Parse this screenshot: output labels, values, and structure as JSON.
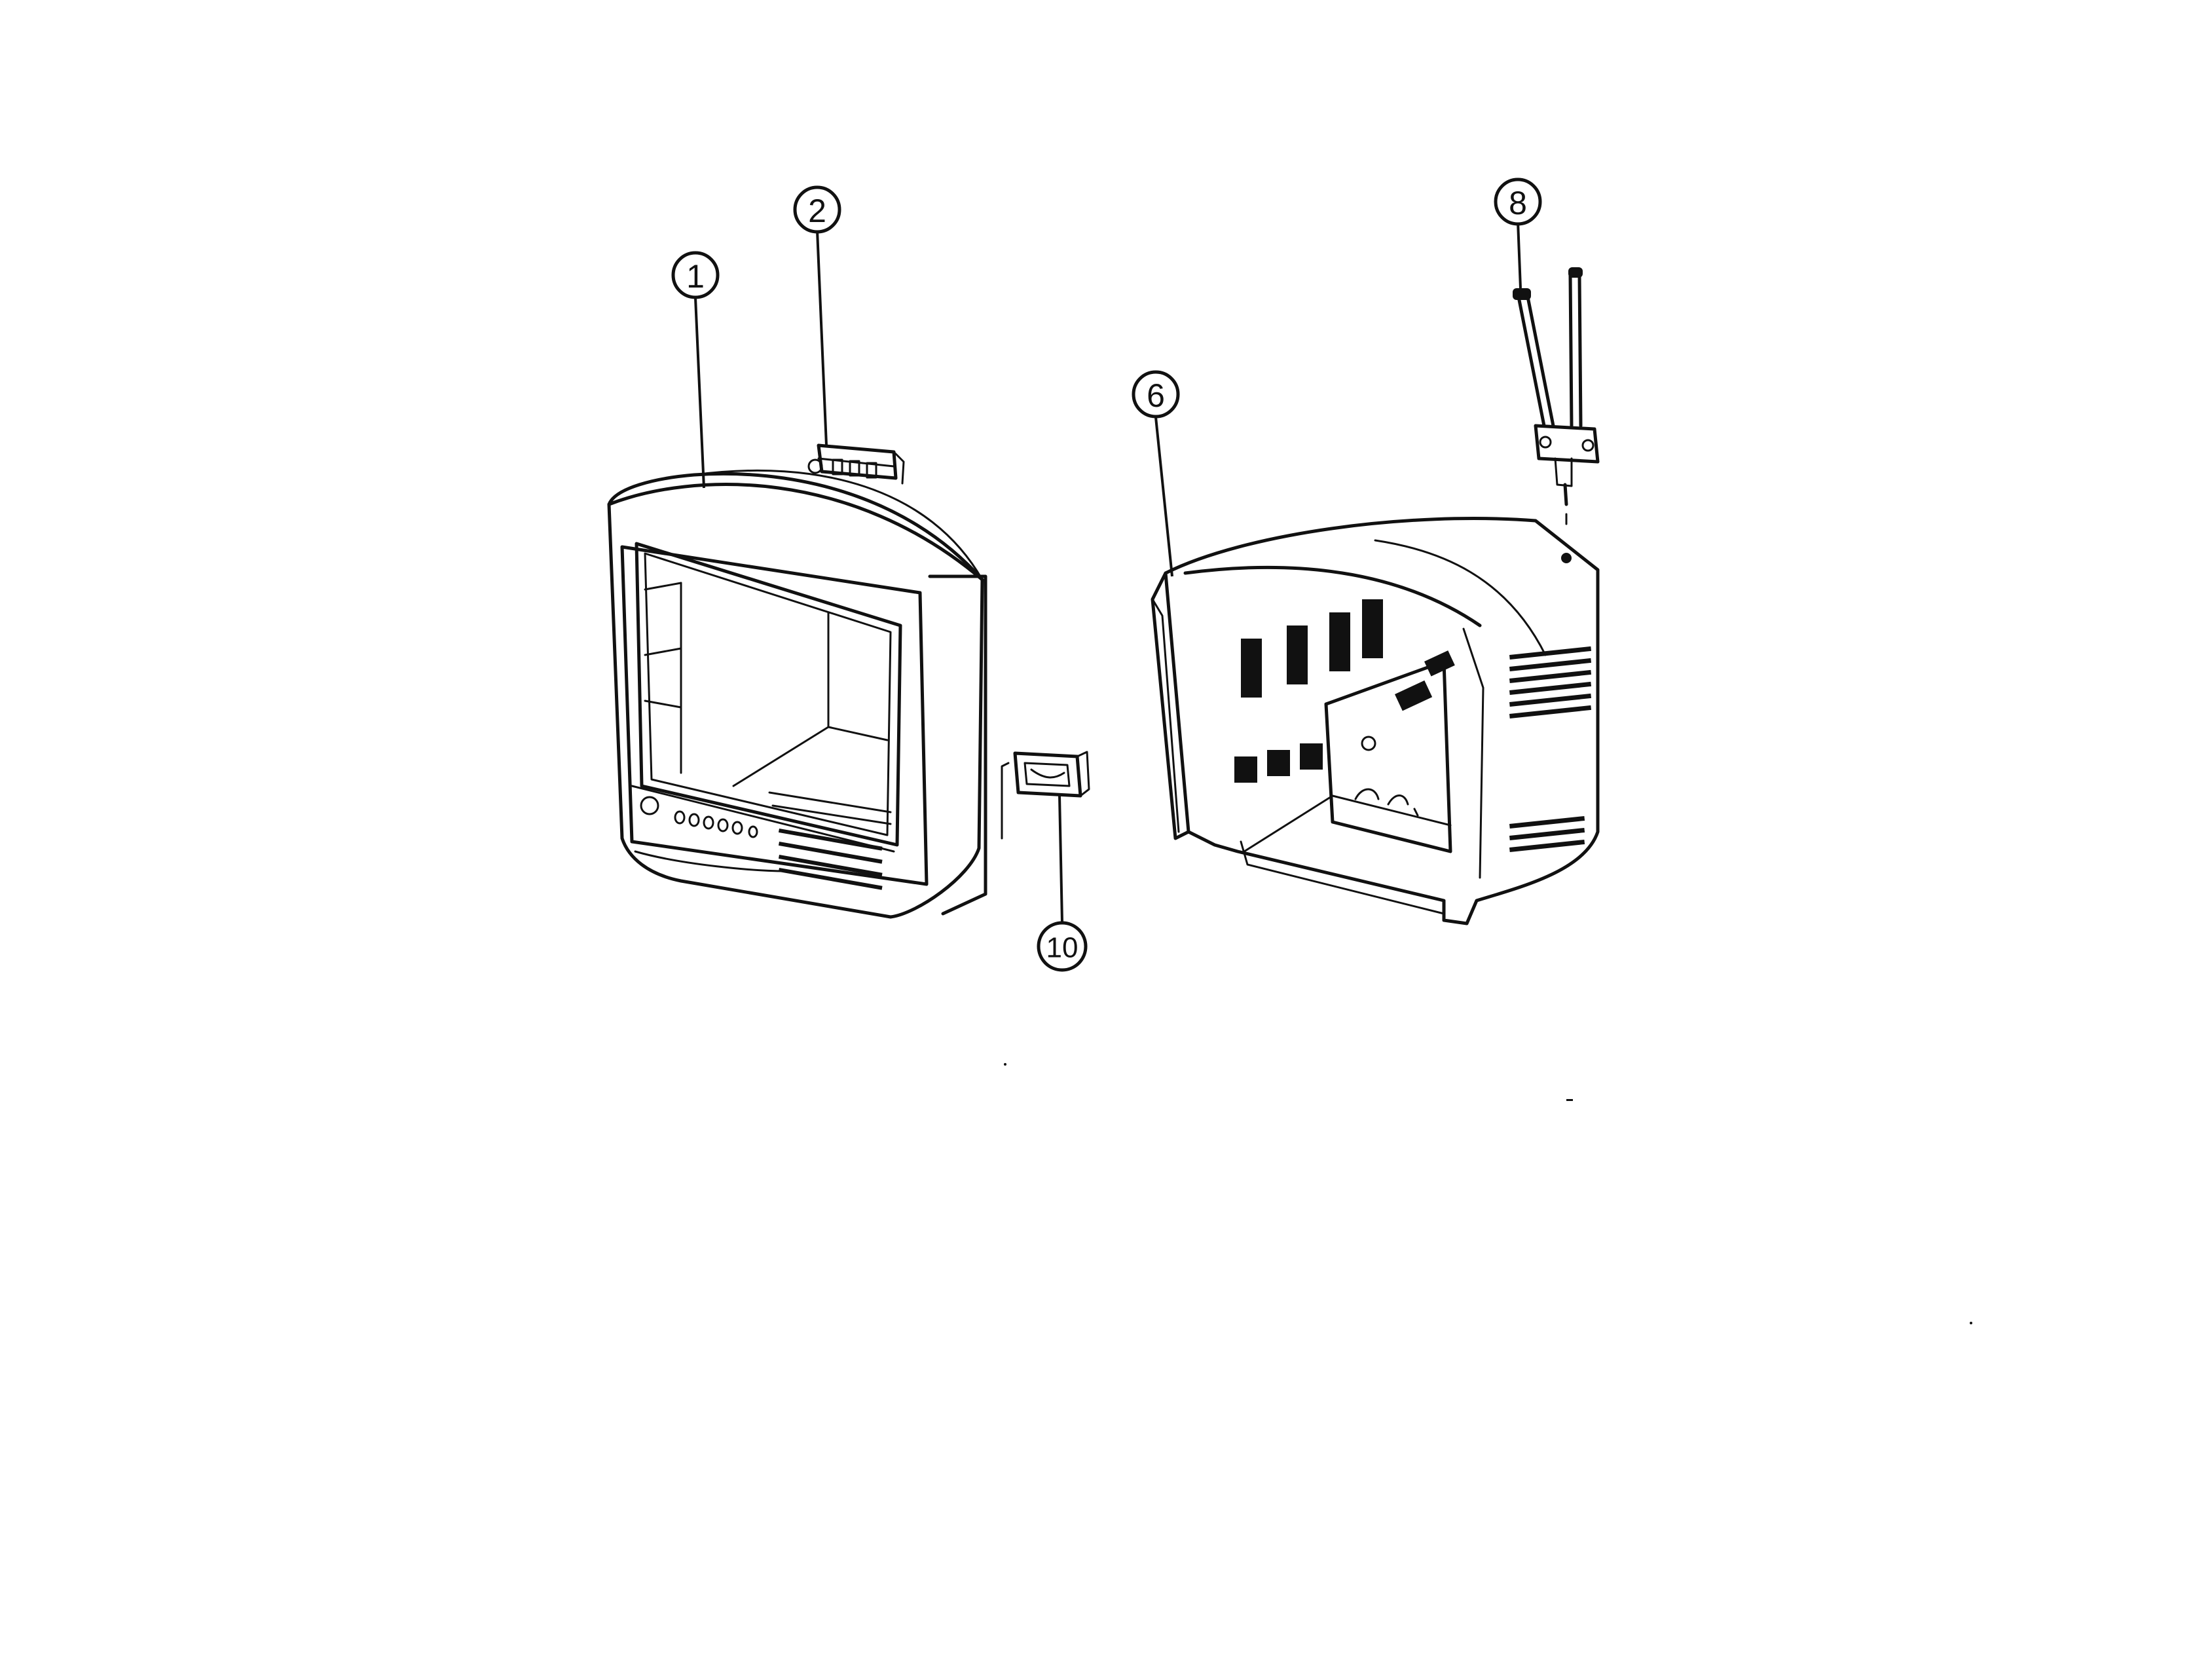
{
  "callouts": [
    {
      "id": "1",
      "label": "1"
    },
    {
      "id": "2",
      "label": "2"
    },
    {
      "id": "6",
      "label": "6"
    },
    {
      "id": "8",
      "label": "8"
    },
    {
      "id": "10",
      "label": "10"
    }
  ],
  "parts": {
    "1": {
      "icon": "front-cabinet-icon"
    },
    "2": {
      "icon": "control-bracket-icon"
    },
    "6": {
      "icon": "back-cabinet-icon"
    },
    "8": {
      "icon": "antenna-icon"
    },
    "10": {
      "icon": "speaker-icon"
    }
  }
}
